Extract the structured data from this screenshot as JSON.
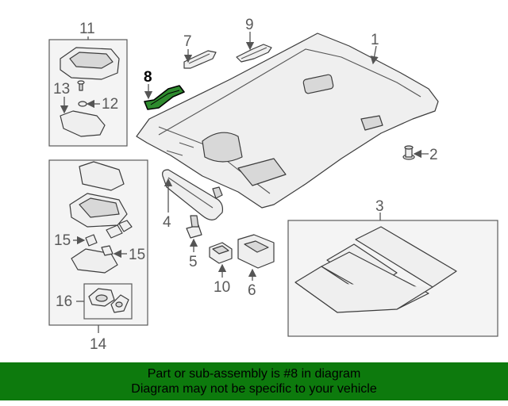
{
  "diagram": {
    "labels": {
      "c1": "1",
      "c2": "2",
      "c3": "3",
      "c4": "4",
      "c5": "5",
      "c6": "6",
      "c7": "7",
      "c8": "8",
      "c9": "9",
      "c10": "10",
      "c11": "11",
      "c12": "12",
      "c13": "13",
      "c14": "14",
      "c15a": "15",
      "c15b": "15",
      "c16": "16"
    },
    "highlight_part": "8",
    "highlight_color": "#2e8b2e"
  },
  "banner": {
    "line1": "Part or sub-assembly is #8 in diagram",
    "line2": "Diagram may not be specific to your vehicle",
    "background": "#0d7a0d"
  }
}
